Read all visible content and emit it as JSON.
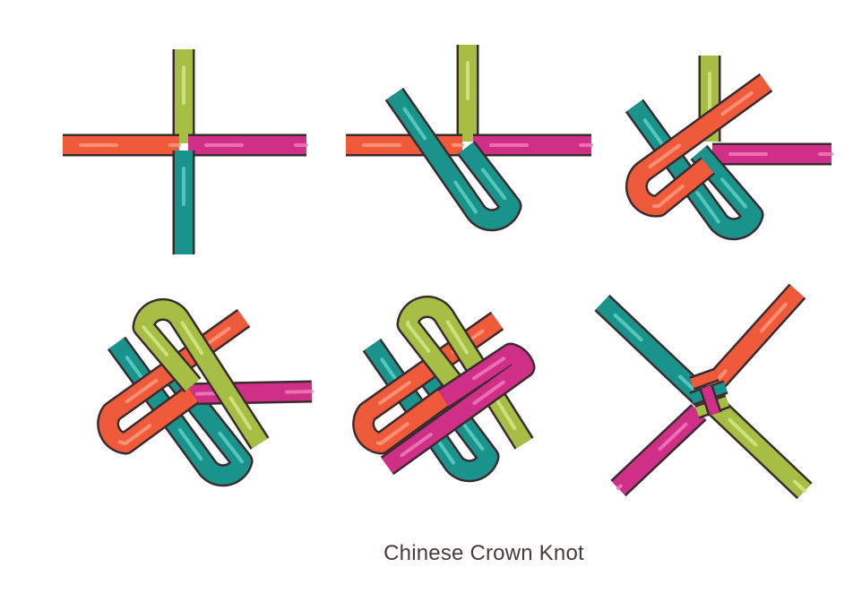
{
  "caption": "Chinese Crown Knot",
  "colors": {
    "outline": "#3b2b2e",
    "orange": "#ee5a3a",
    "magenta": "#cf2f86",
    "lime": "#a5be43",
    "teal": "#1a938c",
    "orange_hl": "#ff9a80",
    "magenta_hl": "#f07ab8",
    "lime_hl": "#d4e88a",
    "teal_hl": "#5fd0c4"
  },
  "steps": [
    {
      "name": "step-1"
    },
    {
      "name": "step-2"
    },
    {
      "name": "step-3"
    },
    {
      "name": "step-4"
    },
    {
      "name": "step-5"
    },
    {
      "name": "step-6"
    }
  ]
}
